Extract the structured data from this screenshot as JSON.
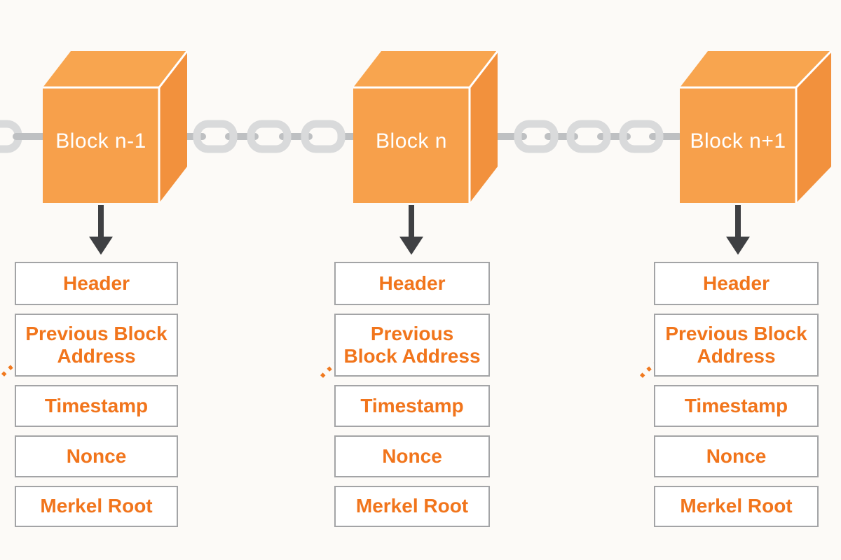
{
  "diagram_type": "blockchain-structure",
  "colors": {
    "background": "#FCFAF7",
    "accent": "#F1751C",
    "cube-front": "#F7A04B",
    "cube-top": "#F8A54F",
    "cube-side": "#F2913D",
    "chain-ring": "#D9DADB",
    "chain-pill": "#BEC0C2",
    "down-arrow": "#3F4043",
    "box-border": "#A3A4A6",
    "box-bg": "#FFFFFF",
    "block-label": "#FFFFFF",
    "dashed-arrow": "#F0791F"
  },
  "blocks": [
    {
      "label": "Block n-1",
      "fields": [
        "Header",
        "Previous Block Address",
        "Timestamp",
        "Nonce",
        "Merkel Root"
      ]
    },
    {
      "label": "Block n",
      "fields": [
        "Header",
        "Previous Block Address",
        "Timestamp",
        "Nonce",
        "Merkel Root"
      ]
    },
    {
      "label": "Block n+1",
      "fields": [
        "Header",
        "Previous Block Address",
        "Timestamp",
        "Nonce",
        "Merkel Root"
      ]
    }
  ],
  "icons": [
    "chain-link-icon",
    "chain-connector-icon",
    "block-cube-icon",
    "down-arrow-icon",
    "dashed-curved-arrow-icon"
  ]
}
